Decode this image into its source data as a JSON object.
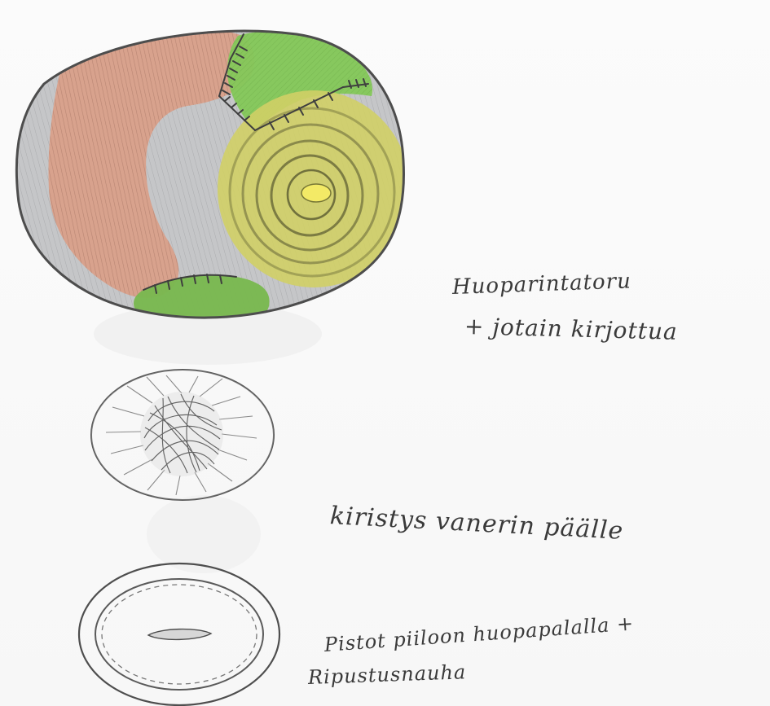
{
  "sketch_items": [
    {
      "name": "ball-illustration",
      "caption_lines": [
        "Huoparintatoru",
        "+ jotain kirjottua"
      ]
    },
    {
      "name": "plywood-circle-sketch",
      "caption_lines": [
        "kiristys vanerin päälle"
      ]
    },
    {
      "name": "back-stitch-circle-sketch",
      "caption_lines": [
        "Pistot piiloon huopapalalla +",
        "Ripustusnauha"
      ]
    }
  ],
  "colors": {
    "paper": "#f7f7f7",
    "pencil": "#4a4a4a",
    "silver": "#bfc0c2",
    "salmon": "#d69b86",
    "green": "#86c95c",
    "yellow": "#d8d35f",
    "yellow_core": "#f2eb68"
  }
}
